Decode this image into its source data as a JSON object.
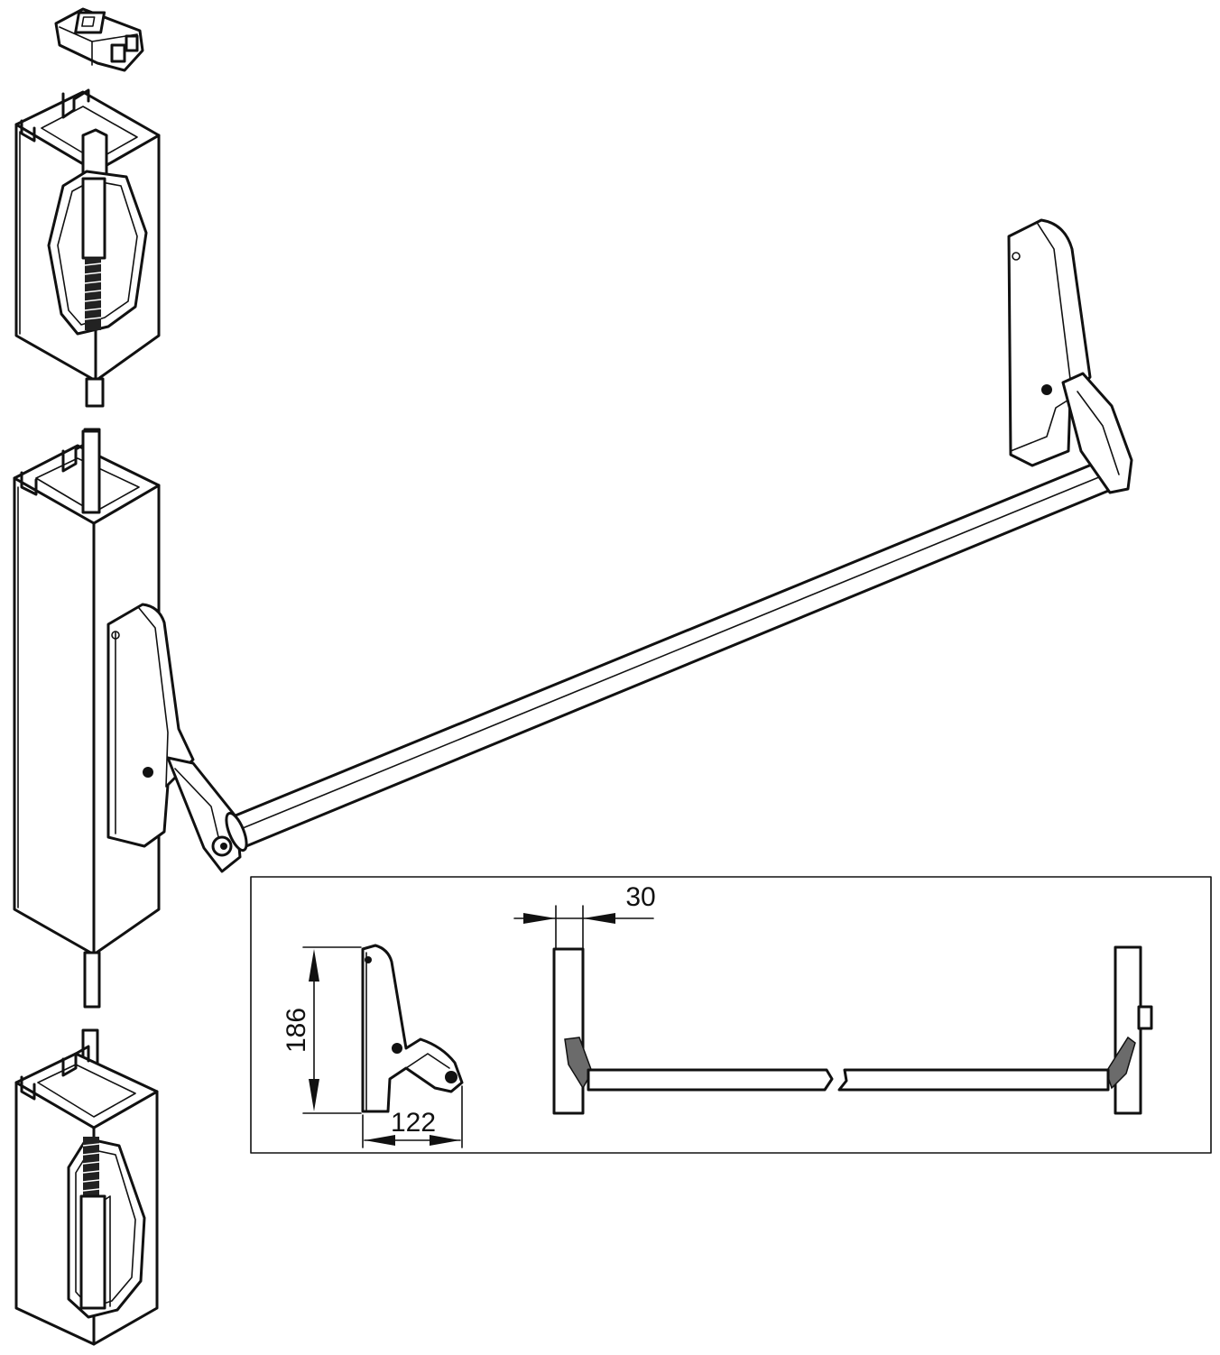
{
  "diagram": {
    "dimensions": {
      "height": "186",
      "depth": "122",
      "width": "30"
    },
    "parts": [
      "top-cam-housing",
      "upper-rod-housing",
      "upper-rod",
      "lock-case-column",
      "left-hinge-bracket",
      "push-bar",
      "right-hinge-bracket",
      "lower-rod",
      "lower-rod-housing"
    ]
  }
}
